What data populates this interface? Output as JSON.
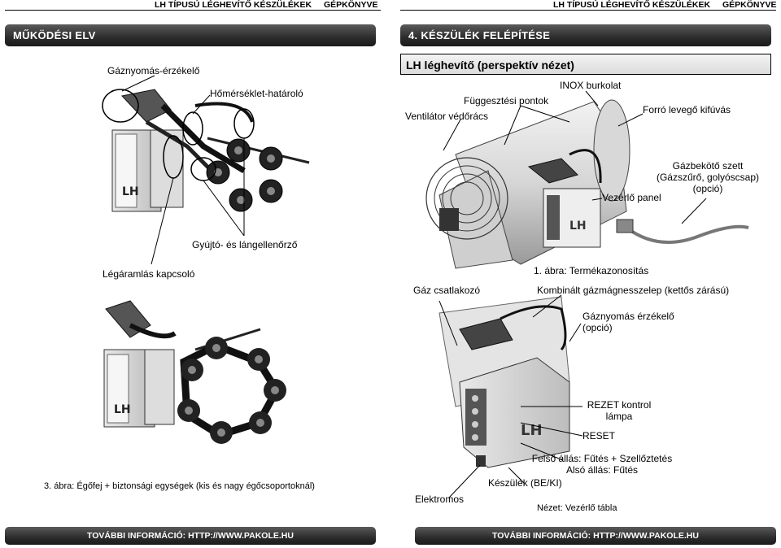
{
  "header": {
    "left_title": "LH  típusú légheviTő készülékek",
    "left_title_display": "LH TÍPUSÚ LÉGHEVÍTŐ KÉSZÜLÉKEK",
    "left_right": "GÉPKÖNYVE",
    "right_title": "LH TÍPUSÚ LÉGHEVÍTŐ KÉSZÜLÉKEK",
    "right_right": "GÉPKÖNYVE"
  },
  "left": {
    "section_bar": "MŰKÖDÉSI ELV",
    "labels": {
      "gas_pressure_sensor": "Gáznyomás-érzékelő",
      "temp_limiter": "Hőmérséklet-határoló",
      "ignition_flame": "Gyújtó- és lángellenőrző",
      "airflow_switch": "Légáramlás kapcsoló"
    },
    "caption": "3. ábra: Égőfej + biztonsági egységek (kis és nagy égőcsoportoknál)",
    "footer": "TOVÁBBI INFORMÁCIÓ: HTTP://WWW.PAKOLE.HU"
  },
  "right": {
    "section_bar": "4.   KÉSZÜLÉK FELÉPÍTÉSE",
    "box_title": "LH léghevítő (perspektív nézet)",
    "labels": {
      "inox": "INOX burkolat",
      "suspension": "Függesztési pontok",
      "fan_guard": "Ventilátor védőrács",
      "hot_air": "Forró levegő kifúvás",
      "gas_kit_1": "Gázbekötő szett",
      "gas_kit_2": "(Gázszűrő, golyóscsap)",
      "gas_kit_3": "(opció)",
      "control_panel": "Vezérlő panel",
      "fig1_caption": "1. ábra: Termékazonosítás",
      "gas_connector": "Gáz csatlakozó",
      "combo_valve": "Kombinált gázmágnesszelep (kettős zárású)",
      "gas_sensor_1": "Gáznyomás  érzékelő",
      "gas_sensor_2": "(opció)",
      "reset_lamp_1": "REZET kontrol",
      "reset_lamp_2": "lámpa",
      "reset": "RESET",
      "mode_1": "Felső állás: Fűtés + Szellőztetés",
      "mode_2": "Alsó állás: Fűtés",
      "device_switch": "Készülék (BE/KI)",
      "electrical": "Elektromos",
      "view_caption": "Nézet: Vezérlő tábla"
    },
    "footer": "TOVÁBBI INFORMÁCIÓ: HTTP://WWW.PAKOLE.HU"
  }
}
